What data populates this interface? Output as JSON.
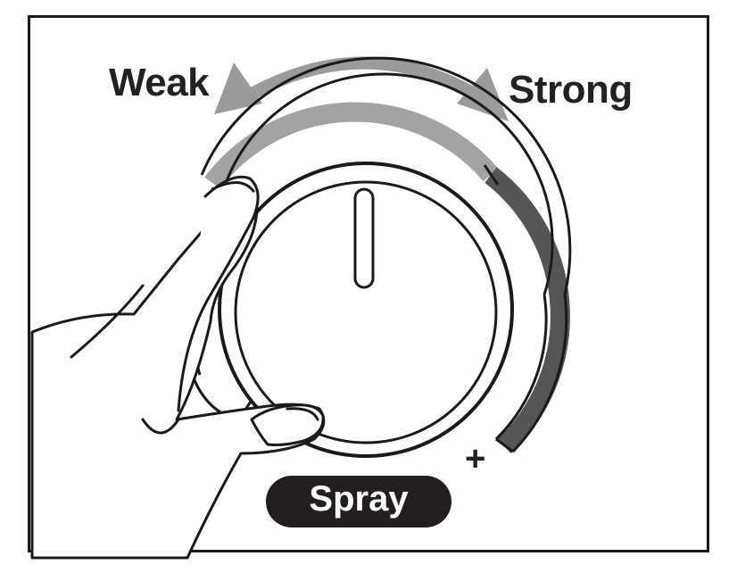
{
  "labels": {
    "weak": "Weak",
    "strong": "Strong",
    "plus": "+",
    "mode": "Spray"
  },
  "icons": {
    "direction_arrow": "double-headed-curved-arrow-icon",
    "hand": "hand-icon"
  },
  "colors": {
    "arc_light": "#a3a3a3",
    "arc_dark": "#555555",
    "pill": "#231f20",
    "arrow": "#9b9b9b"
  }
}
